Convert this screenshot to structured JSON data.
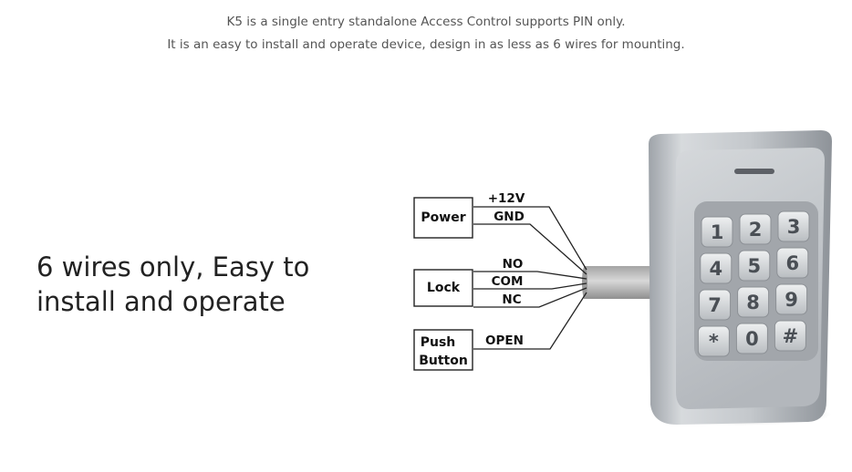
{
  "intro": {
    "line1": "K5 is a single entry standalone Access Control supports PIN only.",
    "line2": "It is an easy to install and operate device, design in as less as 6 wires for mounting."
  },
  "headline": {
    "line1": "6 wires only, Easy to",
    "line2": "install and operate"
  },
  "groups": {
    "power": {
      "label": "Power",
      "wires": [
        "+12V",
        "GND"
      ]
    },
    "lock": {
      "label": "Lock",
      "wires": [
        "NO",
        "COM",
        "NC"
      ]
    },
    "push": {
      "label_line1": "Push",
      "label_line2": "Button",
      "wires": [
        "OPEN"
      ]
    }
  },
  "keypad": {
    "keys": [
      "1",
      "2",
      "3",
      "4",
      "5",
      "6",
      "7",
      "8",
      "9",
      "*",
      "0",
      "#"
    ]
  },
  "colors": {
    "text": "#222222",
    "intro_text": "#555555",
    "wire": "#222222",
    "metal": "#c9ccd0"
  }
}
